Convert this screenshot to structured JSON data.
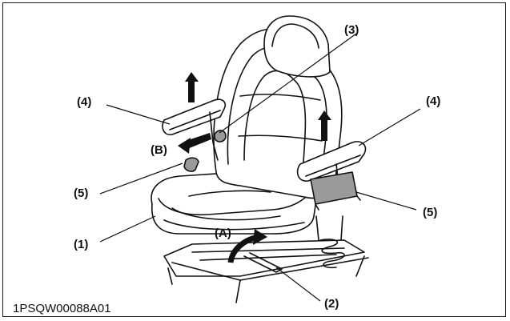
{
  "callouts": {
    "c1": "(1)",
    "c2": "(2)",
    "c3": "(3)",
    "c4_left": "(4)",
    "c4_right": "(4)",
    "c5_left": "(5)",
    "c5_right": "(5)",
    "a": "(A)",
    "b": "(B)"
  },
  "figure_code": "1PSQW00088A01",
  "colors": {
    "line": "#111111",
    "paper": "#ffffff",
    "shade": "#9a9a9a"
  }
}
